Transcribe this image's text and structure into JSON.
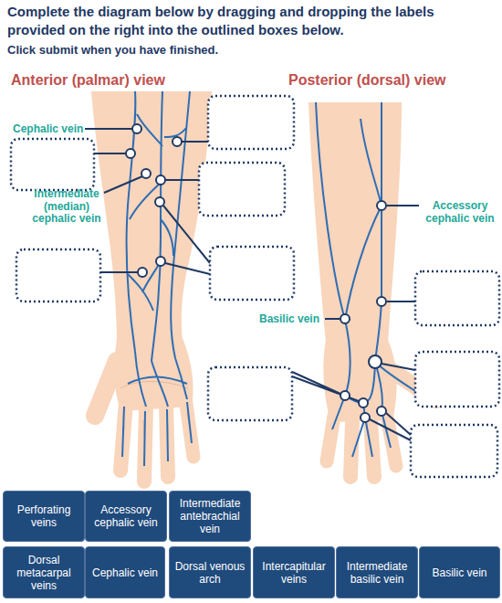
{
  "diagram": {
    "title": "Complete the diagram below by dragging and dropping the labels provided on the right into the outlined boxes below.",
    "nodes": [
      {
        "text": [
          "Perforating veins"
        ]
      },
      {
        "text": [
          "Accessory cephalic vein"
        ]
      },
      {
        "text": [
          "Intermediate antebrachial vein"
        ]
      },
      {
        "text": [
          "Dorsal metacarpal veins"
        ]
      },
      {
        "text": [
          "Cephalic vein"
        ]
      },
      {
        "text": [
          "Dorsal venous arch"
        ]
      },
      {
        "text": [
          "Intercapitular veins"
        ]
      },
      {
        "text": [
          "Intermediate basilic vein"
        ]
      },
      {
        "text": [
          "Basilic vein"
        ]
      }
    ],
    "labels": [
      "Click submit when you have finished.",
      "Anterior (palmar) view",
      "Posterior (dorsal) view",
      "Cephalic vein",
      "Intermediate (median) cephalic vein",
      "Accessory cephalic vein",
      "Basilic vein"
    ]
  }
}
